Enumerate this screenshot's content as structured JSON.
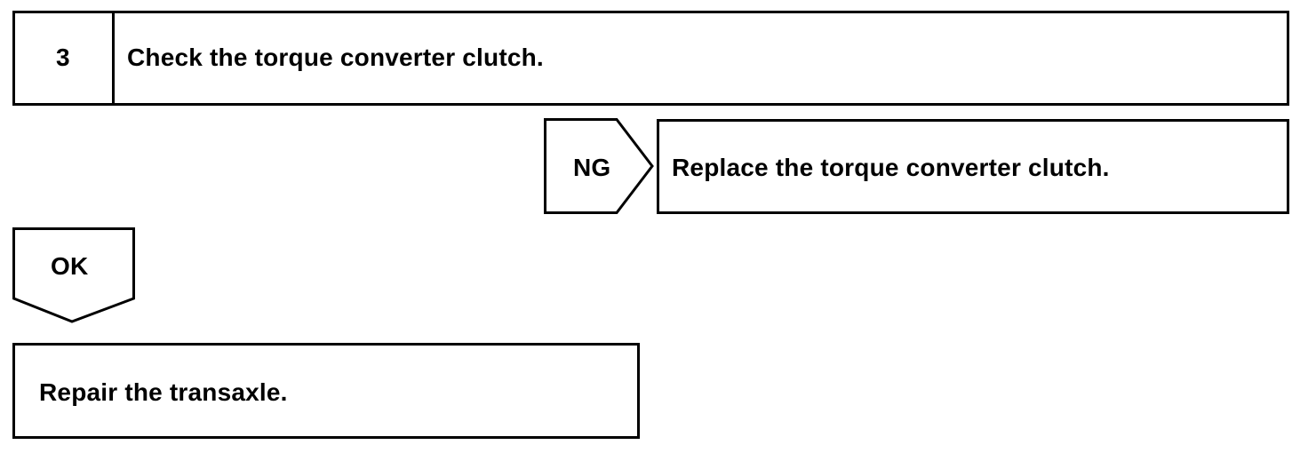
{
  "step": {
    "number": "3",
    "title": "Check the torque converter clutch."
  },
  "ng_branch": {
    "label": "NG",
    "action": "Replace the torque converter clutch."
  },
  "ok_branch": {
    "label": "OK",
    "action": "Repair the transaxle."
  }
}
